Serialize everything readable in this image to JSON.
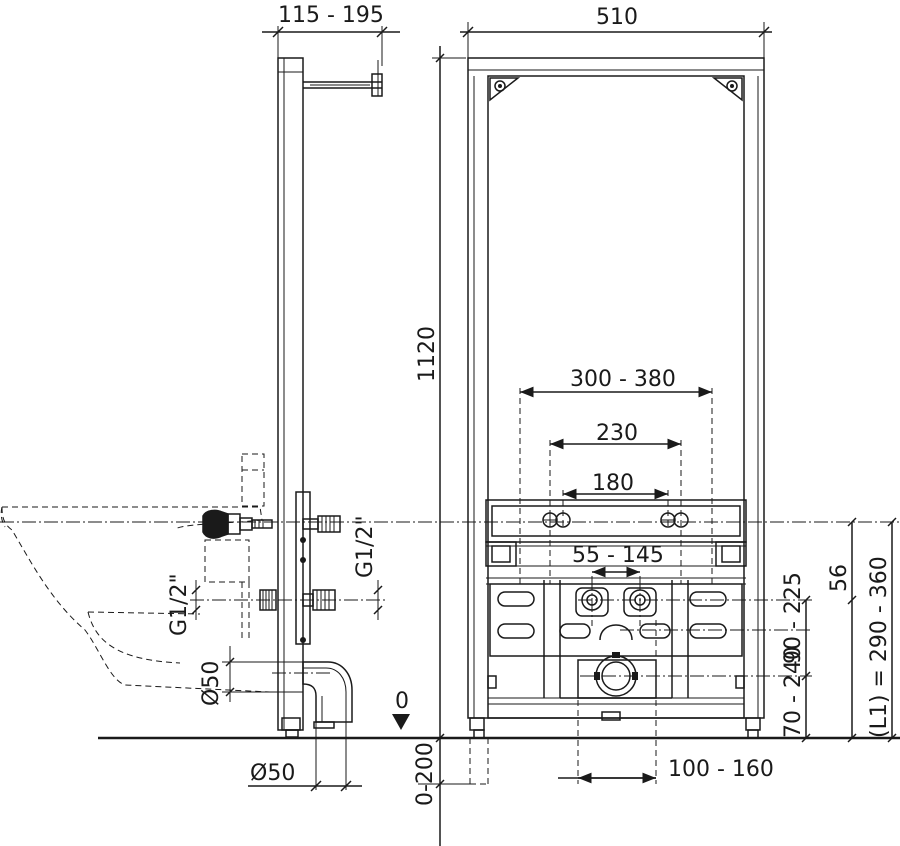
{
  "labels": {
    "side_depth": "115 - 195",
    "width": "510",
    "height": "1120",
    "spacing_outer": "300 - 380",
    "spacing_mid": "230",
    "spacing_inner": "180",
    "water_spacing": "55 - 145",
    "water_thread_side": "G1/2\"",
    "water_thread_front": "G1/2\"",
    "drain_height_range": "90 - 225",
    "offset_56": "56",
    "drain_center": "70 - 240",
    "l1": "(L1) = 290 - 360",
    "drain_dia_side": "Ø50",
    "drain_dia_bottom": "Ø50",
    "floor_zero": "0",
    "floor_adjust": "0-200",
    "drain_offset": "100 - 160"
  }
}
